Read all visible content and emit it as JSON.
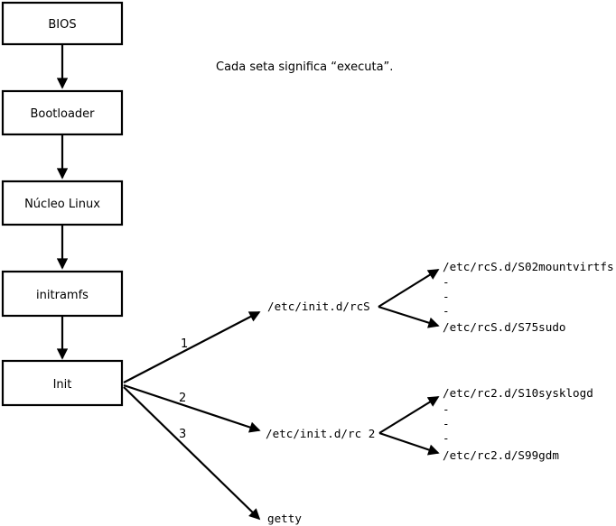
{
  "caption": {
    "text": "Cada seta significa “executa”."
  },
  "flow": {
    "boxes": [
      {
        "label": "BIOS"
      },
      {
        "label": "Bootloader"
      },
      {
        "label": "Núcleo Linux"
      },
      {
        "label": "initramfs"
      },
      {
        "label": "Init"
      }
    ]
  },
  "init_branches": [
    {
      "number": "1",
      "label": "/etc/init.d/rcS",
      "first_script": "/etc/rcS.d/S02mountvirtfs",
      "last_script": "/etc/rcS.d/S75sudo",
      "dash": "-"
    },
    {
      "number": "2",
      "label": "/etc/init.d/rc 2",
      "first_script": "/etc/rc2.d/S10sysklogd",
      "last_script": "/etc/rc2.d/S99gdm",
      "dash": "-"
    },
    {
      "number": "3",
      "label": "getty"
    }
  ],
  "colors": {
    "foreground": "#000000",
    "background": "#ffffff"
  }
}
